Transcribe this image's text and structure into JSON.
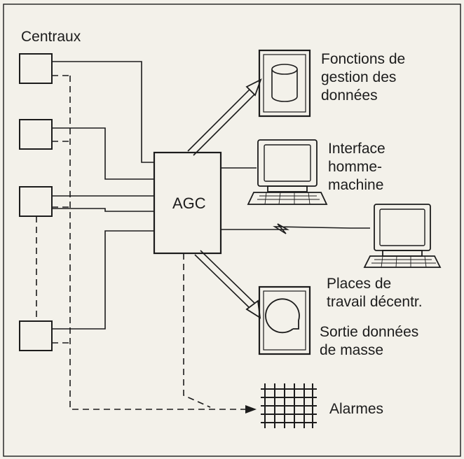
{
  "labels": {
    "centraux": "Centraux",
    "agc": "AGC",
    "fonctions": [
      "Fonctions de",
      "gestion des",
      "données"
    ],
    "interface": [
      "Interface",
      "homme-",
      "machine"
    ],
    "places": [
      "Places de",
      "travail décentr."
    ],
    "sortie": [
      "Sortie données",
      "de masse"
    ],
    "alarmes": "Alarmes"
  },
  "colors": {
    "background": "#f3f1ea",
    "ink": "#1c1c1c"
  }
}
